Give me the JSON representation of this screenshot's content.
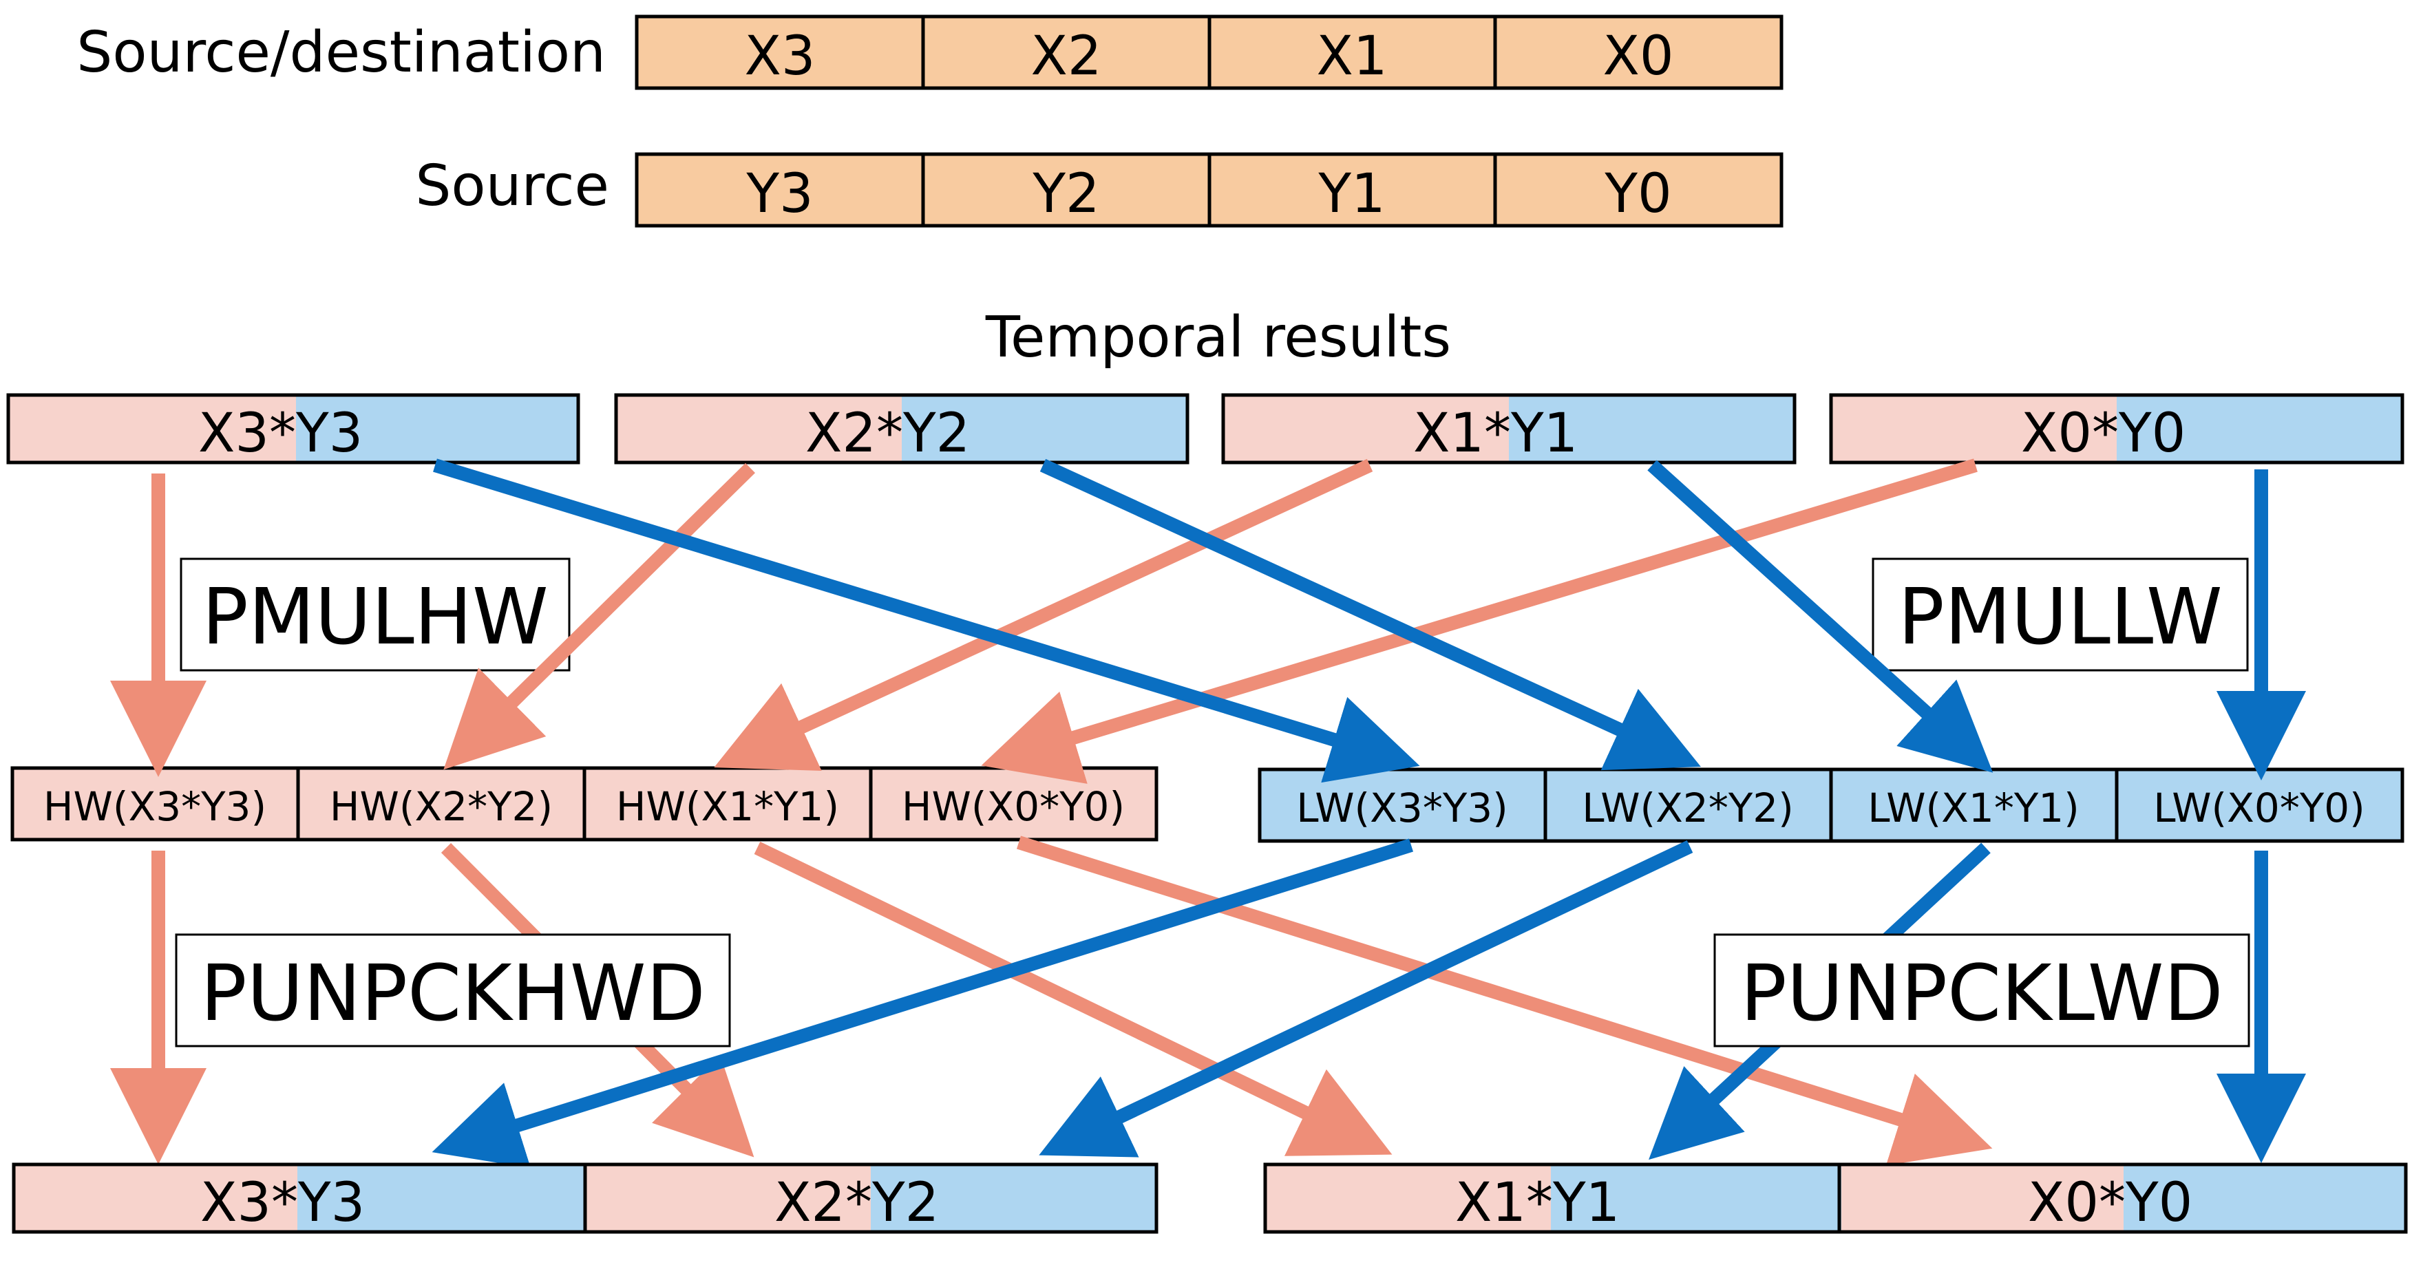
{
  "labels": {
    "source_destination": "Source/destination",
    "source": "Source",
    "temporal_results": "Temporal results"
  },
  "source_destination_cells": [
    "X3",
    "X2",
    "X1",
    "X0"
  ],
  "source_cells": [
    "Y3",
    "Y2",
    "Y1",
    "Y0"
  ],
  "temporal": [
    {
      "left": "X3*",
      "right": "Y3"
    },
    {
      "left": "X2*",
      "right": "Y2"
    },
    {
      "left": "X1*",
      "right": "Y1"
    },
    {
      "left": "X0*",
      "right": "Y0"
    }
  ],
  "hw_cells": [
    "HW(X3*Y3)",
    "HW(X2*Y2)",
    "HW(X1*Y1)",
    "HW(X0*Y0)"
  ],
  "lw_cells": [
    "LW(X3*Y3)",
    "LW(X2*Y2)",
    "LW(X1*Y1)",
    "LW(X0*Y0)"
  ],
  "final": [
    {
      "left": "X3*",
      "right": "Y3"
    },
    {
      "left": "X2*",
      "right": "Y2"
    },
    {
      "left": "X1*",
      "right": "Y1"
    },
    {
      "left": "X0*",
      "right": "Y0"
    }
  ],
  "ops": {
    "pmulhw": "PMULHW",
    "pmullw": "PMULLW",
    "punpckhwd": "PUNPCKHWD",
    "punpcklwd": "PUNPCKLWD"
  },
  "colors": {
    "orange_fill": "#f8cba0",
    "pink_fill": "#f7d3cc",
    "blue_fill": "#aed6f1",
    "orange_arrow": "#ee8e78",
    "blue_arrow": "#0a6fc2",
    "border": "#000000"
  }
}
